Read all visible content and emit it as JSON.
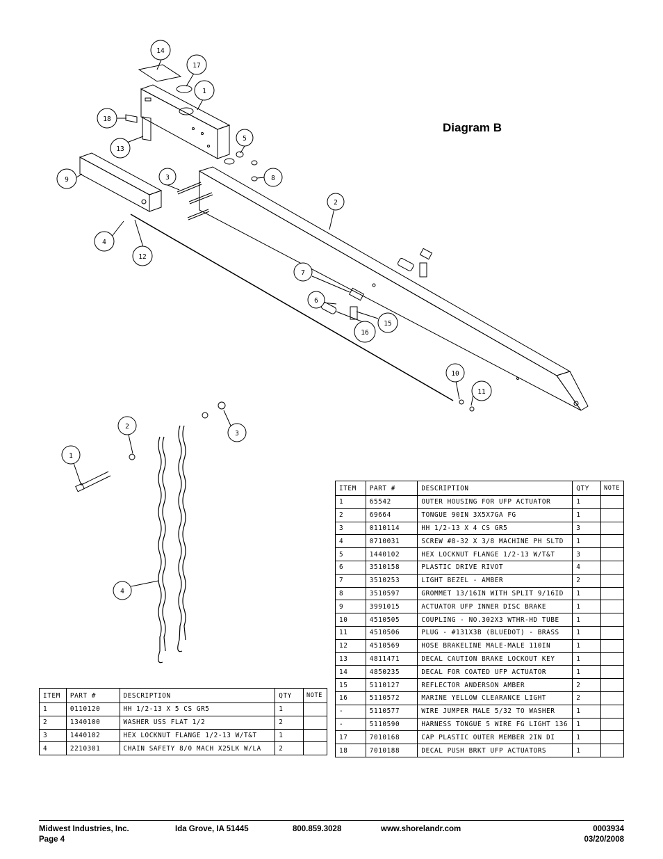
{
  "diagram_title": "Diagram B",
  "drawing_a_callouts": [
    "14",
    "17",
    "1",
    "18",
    "13",
    "5",
    "9",
    "3",
    "8",
    "2",
    "4",
    "12",
    "7",
    "6",
    "15",
    "16",
    "10",
    "11"
  ],
  "drawing_b_callouts": [
    "2",
    "3",
    "1",
    "4"
  ],
  "parts_table_a": {
    "headers": [
      "ITEM",
      "PART #",
      "DESCRIPTION",
      "QTY",
      "NOTE"
    ],
    "rows": [
      [
        "1",
        "65542",
        "OUTER HOUSING FOR UFP ACTUATOR",
        "1",
        ""
      ],
      [
        "2",
        "69664",
        "TONGUE 90IN 3X5X7GA FG",
        "1",
        ""
      ],
      [
        "3",
        "0110114",
        "HH 1/2-13 X 4 CS GR5",
        "3",
        ""
      ],
      [
        "4",
        "0710031",
        "SCREW #8-32 X 3/8 MACHINE PH SLTD",
        "1",
        ""
      ],
      [
        "5",
        "1440102",
        "HEX LOCKNUT FLANGE 1/2-13 W/T&T",
        "3",
        ""
      ],
      [
        "6",
        "3510158",
        "PLASTIC DRIVE RIVOT",
        "4",
        ""
      ],
      [
        "7",
        "3510253",
        "LIGHT BEZEL - AMBER",
        "2",
        ""
      ],
      [
        "8",
        "3510597",
        "GROMMET 13/16IN WITH SPLIT 9/16ID",
        "1",
        ""
      ],
      [
        "9",
        "3991015",
        "ACTUATOR UFP INNER DISC BRAKE",
        "1",
        ""
      ],
      [
        "10",
        "4510505",
        "COUPLING - NO.302X3 WTHR-HD TUBE",
        "1",
        ""
      ],
      [
        "11",
        "4510506",
        "PLUG - #131X3B (BLUEDOT) - BRASS",
        "1",
        ""
      ],
      [
        "12",
        "4510569",
        "HOSE BRAKELINE MALE-MALE 110IN",
        "1",
        ""
      ],
      [
        "13",
        "4811471",
        "DECAL CAUTION BRAKE LOCKOUT KEY",
        "1",
        ""
      ],
      [
        "14",
        "4850235",
        "DECAL FOR COATED UFP ACTUATOR",
        "1",
        ""
      ],
      [
        "15",
        "5110127",
        "REFLECTOR ANDERSON AMBER",
        "2",
        ""
      ],
      [
        "16",
        "5110572",
        "MARINE YELLOW CLEARANCE LIGHT",
        "2",
        ""
      ],
      [
        "-",
        "5110577",
        "WIRE JUMPER MALE 5/32 TO WASHER",
        "1",
        ""
      ],
      [
        "-",
        "5110590",
        "HARNESS TONGUE 5 WIRE FG LIGHT 136",
        "1",
        ""
      ],
      [
        "17",
        "7010168",
        "CAP PLASTIC OUTER MEMBER 2IN DI",
        "1",
        ""
      ],
      [
        "18",
        "7010188",
        "DECAL PUSH BRKT UFP ACTUATORS",
        "1",
        ""
      ]
    ]
  },
  "parts_table_b": {
    "headers": [
      "ITEM",
      "PART #",
      "DESCRIPTION",
      "QTY",
      "NOTE"
    ],
    "rows": [
      [
        "1",
        "0110120",
        "HH 1/2-13 X 5 CS GR5",
        "1",
        ""
      ],
      [
        "2",
        "1340100",
        "WASHER USS FLAT 1/2",
        "2",
        ""
      ],
      [
        "3",
        "1440102",
        "HEX LOCKNUT FLANGE 1/2-13 W/T&T",
        "1",
        ""
      ],
      [
        "4",
        "2210301",
        "CHAIN SAFETY 8/0 MACH X25LK W/LA",
        "2",
        ""
      ]
    ]
  },
  "footer": {
    "company": "Midwest Industries, Inc.",
    "page": "Page 4",
    "city": "Ida Grove, IA  51445",
    "phone": "800.859.3028",
    "website": "www.shorelandr.com",
    "doc_number": "0003934",
    "date": "03/20/2008"
  }
}
